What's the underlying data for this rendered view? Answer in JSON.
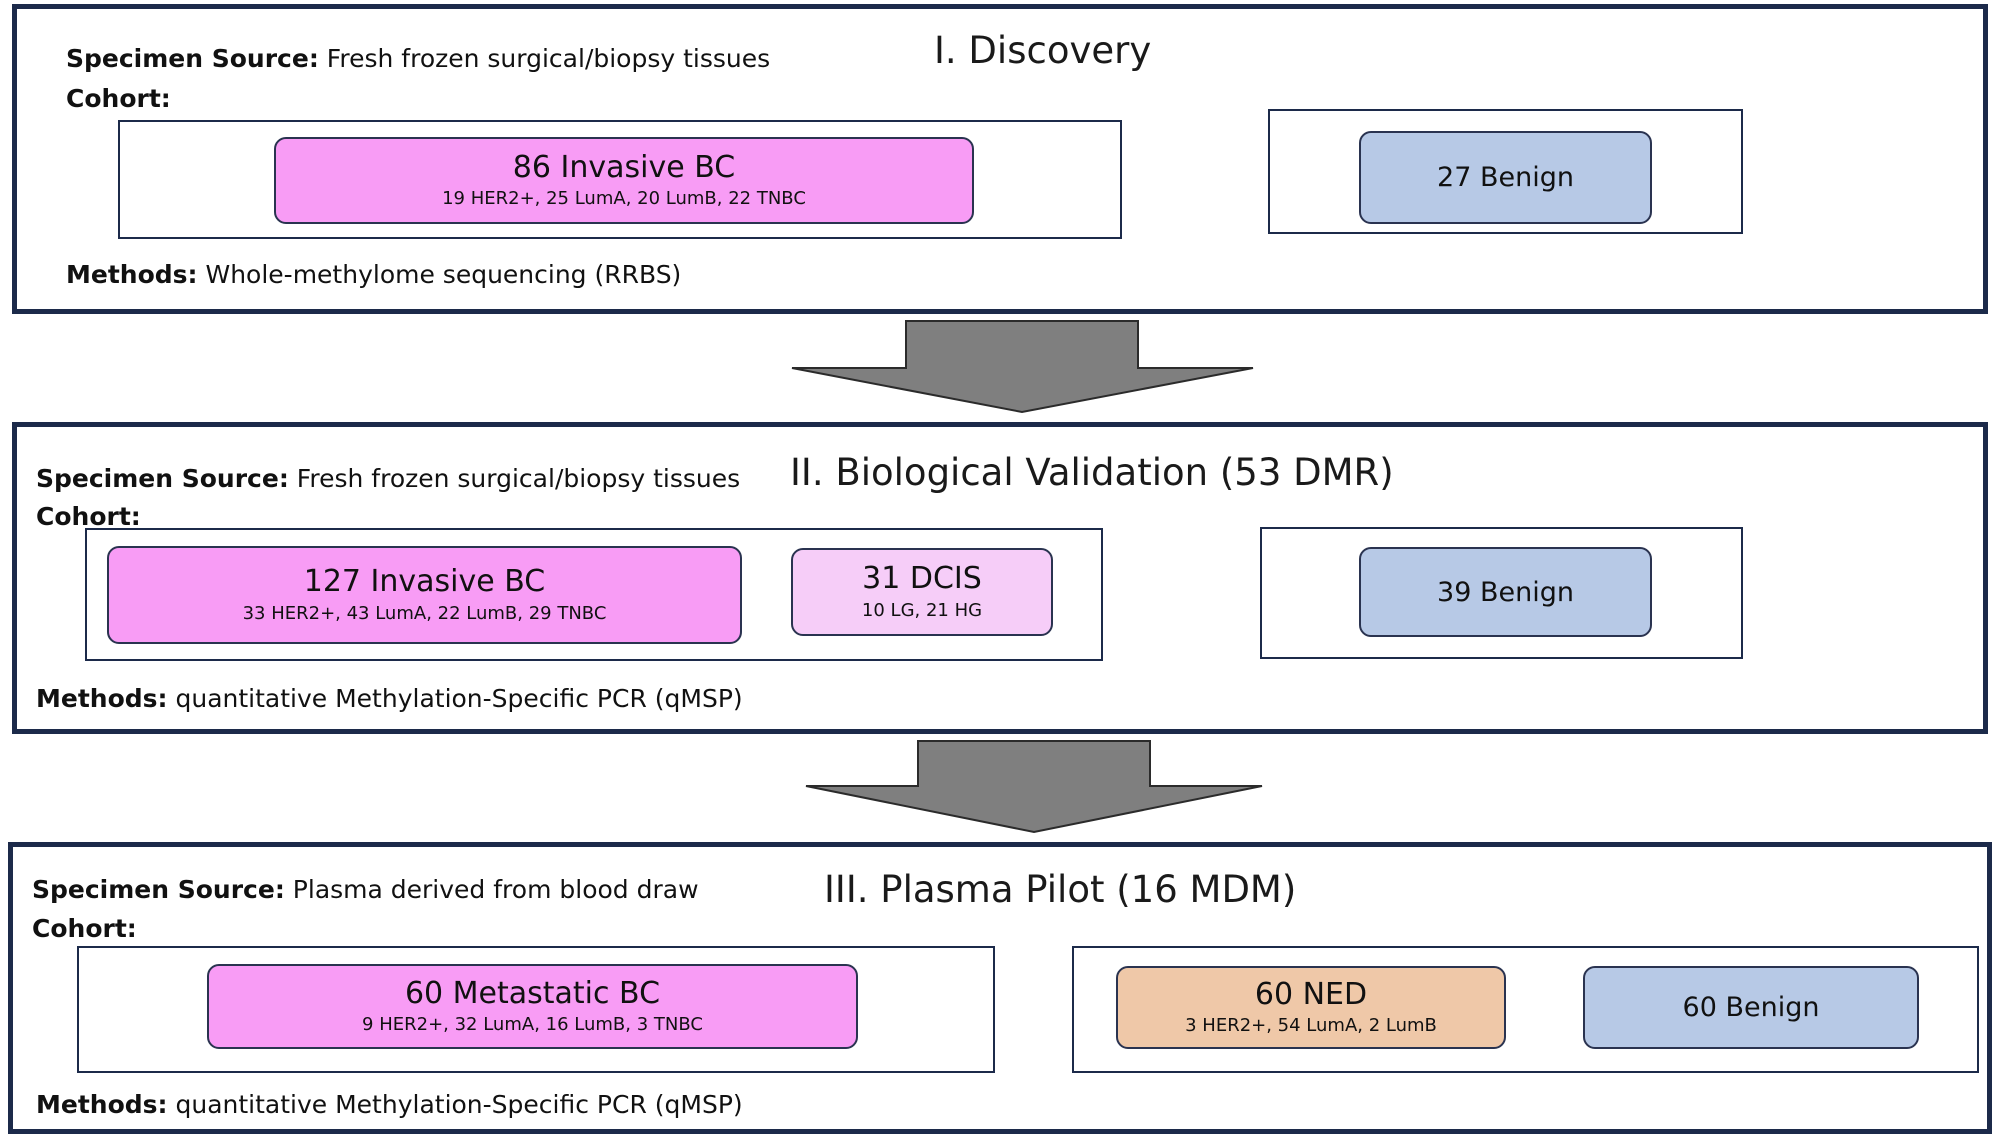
{
  "colors": {
    "panel_border": "#1c2a4a",
    "invasive": "#f89cf5",
    "dcis": "#f6cdf8",
    "benign": "#b7c9e6",
    "ned": "#efc8a8",
    "arrow": "#7f7f7f"
  },
  "labels": {
    "specimen": "Specimen Source:",
    "cohort": "Cohort:",
    "methods": "Methods:"
  },
  "stage1": {
    "title": "I. Discovery",
    "specimen": "Fresh frozen surgical/biopsy tissues",
    "methods": "Whole-methylome sequencing (RRBS)",
    "invasive": {
      "title": "86 Invasive BC",
      "subtypes": "19 HER2+, 25 LumA, 20 LumB, 22 TNBC"
    },
    "benign": "27 Benign"
  },
  "stage2": {
    "title": "II. Biological Validation (53 DMR)",
    "specimen": "Fresh frozen surgical/biopsy tissues",
    "methods": "quantitative Methylation-Specific PCR (qMSP)",
    "invasive": {
      "title": "127 Invasive BC",
      "subtypes": "33 HER2+, 43 LumA, 22 LumB, 29 TNBC"
    },
    "dcis": {
      "title": "31 DCIS",
      "subtypes": "10 LG, 21 HG"
    },
    "benign": "39 Benign"
  },
  "stage3": {
    "title": "III. Plasma Pilot (16 MDM)",
    "specimen": "Plasma derived from blood draw",
    "methods": "quantitative Methylation-Specific PCR (qMSP)",
    "metastatic": {
      "title": "60 Metastatic BC",
      "subtypes": "9 HER2+, 32 LumA, 16 LumB, 3 TNBC"
    },
    "ned": {
      "title": "60 NED",
      "subtypes": "3 HER2+, 54 LumA, 2 LumB"
    },
    "benign": "60 Benign"
  }
}
